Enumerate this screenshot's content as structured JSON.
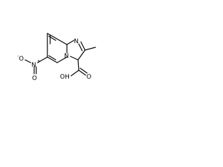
{
  "molecule": {
    "atoms": {
      "ring_n": "N",
      "n_bridge": "N",
      "nitro_n": "N",
      "nitro_n_charge": "+",
      "nitro_o_upper": "O",
      "nitro_o_upper_charge": "-",
      "nitro_o_lower": "O",
      "acid_oh": "OH",
      "acid_o": "O"
    }
  }
}
